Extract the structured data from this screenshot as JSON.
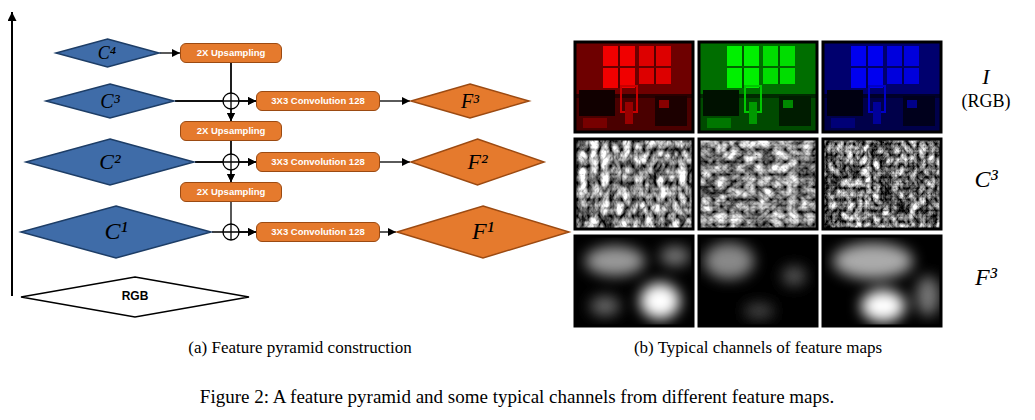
{
  "diagram": {
    "caption": "Figure 2: A feature pyramid and some typical channels from different feature maps.",
    "nodes": [
      {
        "text": [
          "C⁴"
        ]
      },
      {
        "text": [
          "2X Upsampling"
        ]
      },
      {
        "text": [
          "C³"
        ]
      },
      {
        "text": [
          "3X3 Convolution 128"
        ]
      },
      {
        "text": [
          "F³"
        ]
      },
      {
        "text": [
          "2X Upsampling"
        ]
      },
      {
        "text": [
          "C²"
        ]
      },
      {
        "text": [
          "3X3 Convolution 128"
        ]
      },
      {
        "text": [
          "F²"
        ]
      },
      {
        "text": [
          "2X Upsampling"
        ]
      },
      {
        "text": [
          "C¹"
        ]
      },
      {
        "text": [
          "3X3 Convolution 128"
        ]
      },
      {
        "text": [
          "F¹"
        ]
      },
      {
        "text": [
          "RGB"
        ]
      }
    ],
    "edges": [
      {
        "from": 0,
        "to": 1,
        "arrow": "to"
      },
      {
        "from": 1,
        "to": 3,
        "arrow": "to"
      },
      {
        "from": 1,
        "to": 5,
        "arrow": "to"
      },
      {
        "from": 2,
        "to": 3,
        "arrow": "to"
      },
      {
        "from": 2,
        "to": 5,
        "arrow": "to"
      },
      {
        "from": 3,
        "to": 4,
        "arrow": "to"
      },
      {
        "from": 5,
        "to": 7,
        "arrow": "to"
      },
      {
        "from": 5,
        "to": 9,
        "arrow": "to"
      },
      {
        "from": 6,
        "to": 7,
        "arrow": "to"
      },
      {
        "from": 6,
        "to": 9,
        "arrow": "to"
      },
      {
        "from": 7,
        "to": 8,
        "arrow": "to"
      },
      {
        "from": 9,
        "to": 11,
        "arrow": "to"
      },
      {
        "from": 10,
        "to": 11,
        "arrow": "to"
      },
      {
        "from": 11,
        "to": 12,
        "arrow": "to"
      }
    ],
    "labels": [
      "(a) Feature pyramid construction",
      "(b) Typical channels of feature maps",
      "I",
      "(RGB)",
      "C³",
      "F³"
    ]
  }
}
